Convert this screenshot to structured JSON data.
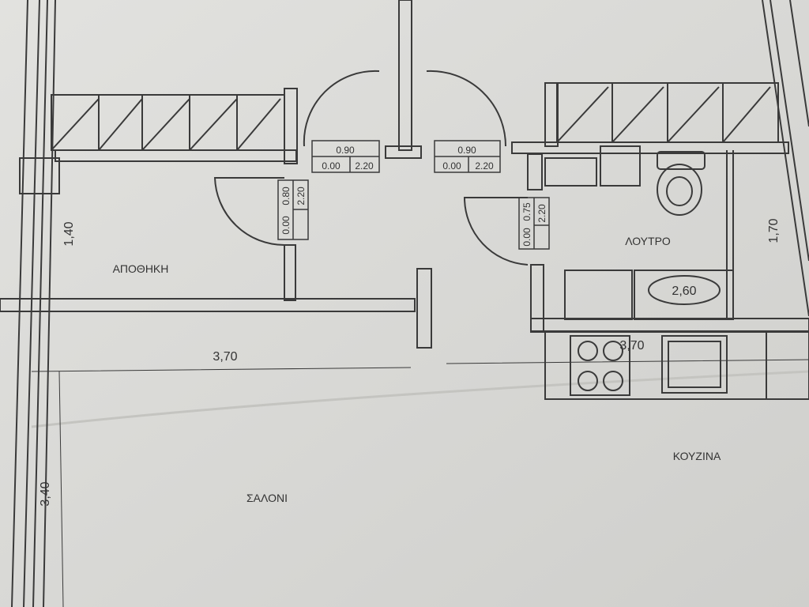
{
  "rooms": {
    "storage": "ΑΠΟΘΗΚΗ",
    "bathroom": "ΛΟΥΤΡΟ",
    "living_room": "ΣΑΛΟΝΙ",
    "kitchen": "ΚΟΥΖΙΝΑ"
  },
  "dimensions": {
    "storage_height": "1,40",
    "storage_width": "3,70",
    "kitchen_width": "3,70",
    "bathroom_height": "1,70",
    "bathroom_fixture": "2,60",
    "living_height": "3,40"
  },
  "doors": [
    {
      "width": "0.90",
      "sill": "0.00",
      "height": "2.20"
    },
    {
      "width": "0.90",
      "sill": "0.00",
      "height": "2.20"
    },
    {
      "width": "0.80",
      "sill": "0.00",
      "height": "2.20"
    },
    {
      "width": "0.75",
      "sill": "0.00",
      "height": "2.20"
    }
  ],
  "colors": {
    "paper": "#d9d9d6",
    "ink": "#3a3a3a"
  }
}
